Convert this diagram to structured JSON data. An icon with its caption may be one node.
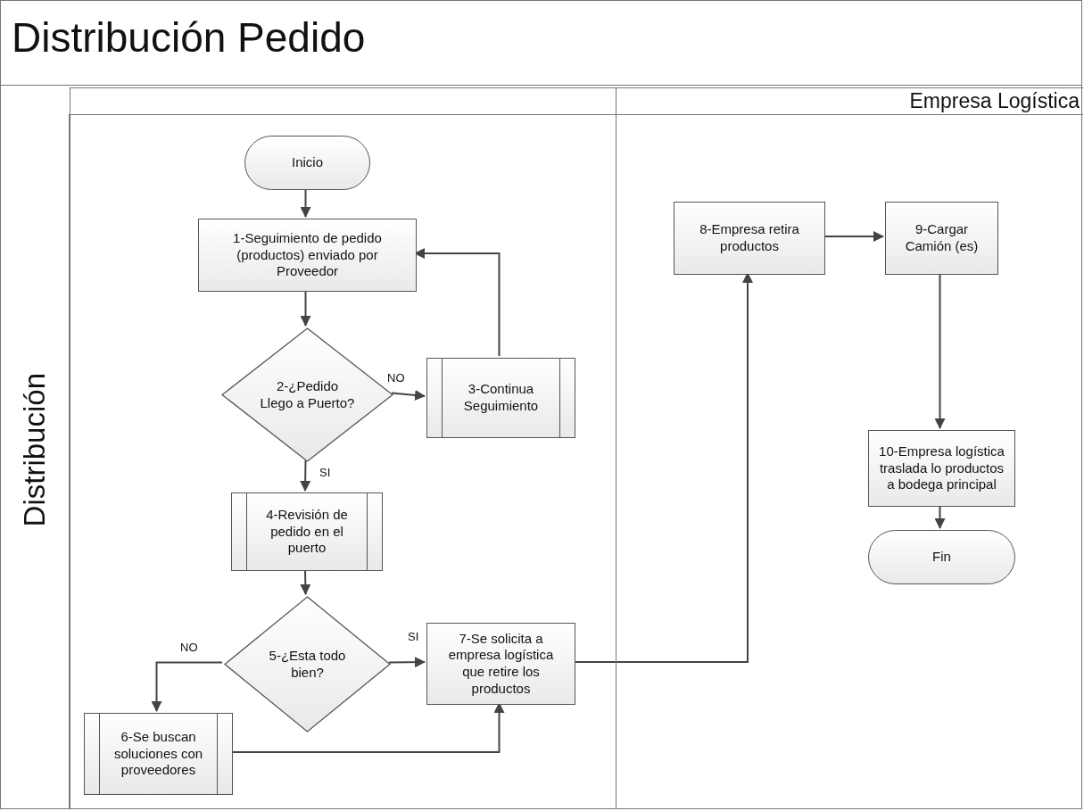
{
  "diagram": {
    "nodes": [
      {
        "text": [
          "Distribución Pedido"
        ]
      },
      {
        "text": [],
        "shape": "band",
        "in": 0
      },
      {
        "text": [
          "Empresa Logística"
        ],
        "in": 0
      },
      {
        "text": [
          "Distribución"
        ],
        "in": 0
      },
      {
        "text": [
          "Inicio"
        ],
        "in": 1
      },
      {
        "text": [
          "1-Seguimiento de pedido (productos) enviado por Proveedor"
        ],
        "in": 1
      },
      {
        "text": [
          "2-¿Pedido Llego a Puerto?"
        ],
        "in": 1
      },
      {
        "text": [
          "3-Continua Seguimiento"
        ],
        "in": 1
      },
      {
        "text": [
          "4-Revisión de pedido en el puerto"
        ],
        "in": 1
      },
      {
        "text": [
          "5-¿Esta todo bien?"
        ],
        "in": 1
      },
      {
        "text": [
          "6-Se buscan soluciones con proveedores"
        ],
        "in": 1
      },
      {
        "text": [
          "7-Se solicita a empresa logística que retire los productos"
        ],
        "in": 1
      },
      {
        "text": [
          "8-Empresa retira productos"
        ],
        "in": 2
      },
      {
        "text": [
          "9-Cargar Camión (es)"
        ],
        "in": 2
      },
      {
        "text": [
          "10-Empresa logística traslada lo productos a bodega principal"
        ],
        "in": 2
      },
      {
        "text": [
          "Fin"
        ],
        "in": 2
      }
    ],
    "edges": [
      {
        "from": 4,
        "to": 5,
        "arrow": "to"
      },
      {
        "from": 5,
        "to": 6,
        "arrow": "to"
      },
      {
        "from": 6,
        "to": 7,
        "arrow": "to",
        "label": "NO"
      },
      {
        "from": 7,
        "to": 5,
        "arrow": "to"
      },
      {
        "from": 6,
        "to": 8,
        "arrow": "to",
        "label": "SI"
      },
      {
        "from": 8,
        "to": 9,
        "arrow": "to"
      },
      {
        "from": 9,
        "to": 10,
        "arrow": "to",
        "label": "NO"
      },
      {
        "from": 9,
        "to": 11,
        "arrow": "to",
        "label": "SI"
      },
      {
        "from": 10,
        "to": 11,
        "arrow": "to"
      },
      {
        "from": 11,
        "to": 12,
        "arrow": "to"
      },
      {
        "from": 12,
        "to": 13,
        "arrow": "to"
      },
      {
        "from": 13,
        "to": 14,
        "arrow": "to"
      },
      {
        "from": 14,
        "to": 15,
        "arrow": "to"
      }
    ]
  }
}
